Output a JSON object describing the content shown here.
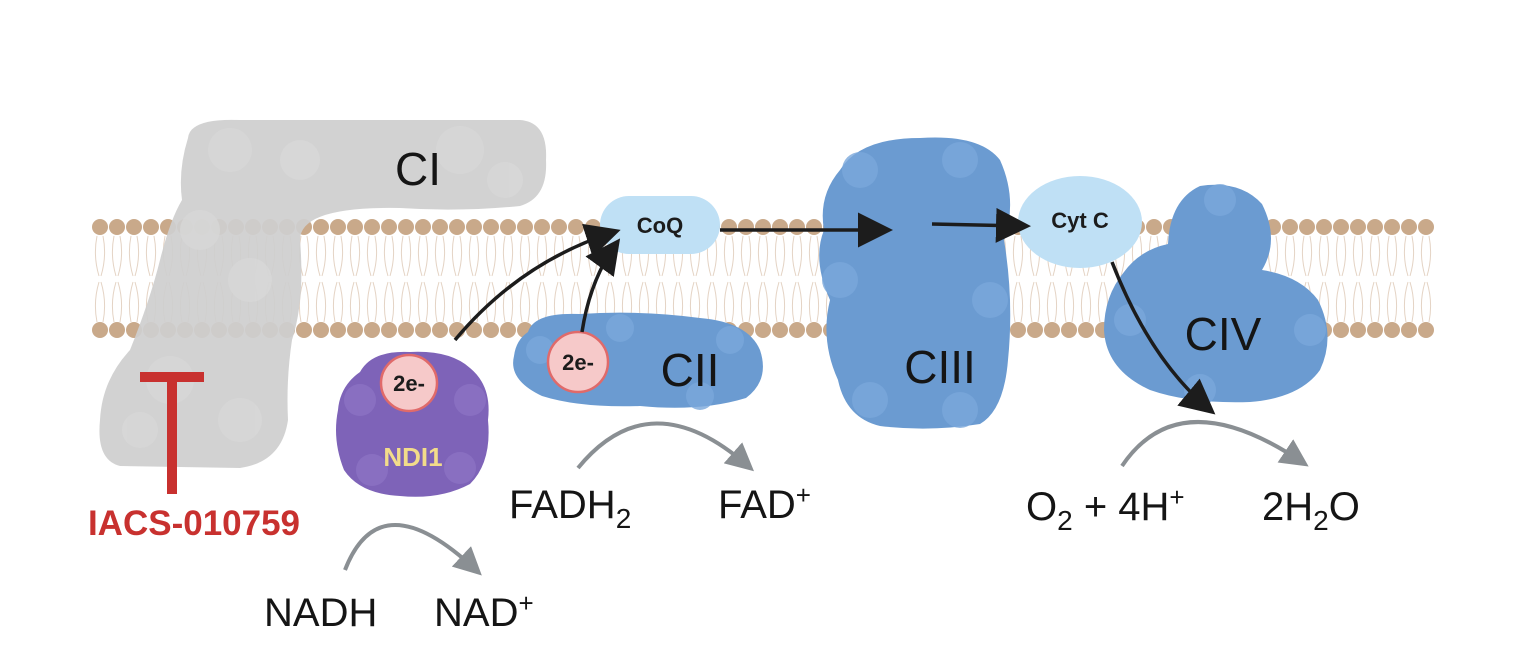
{
  "complexes": {
    "ci": "CI",
    "cii": "CII",
    "ciii": "CIII",
    "civ": "CIV",
    "ndi1": "NDI1"
  },
  "carriers": {
    "coq": "CoQ",
    "cytc": "Cyt C",
    "electron_left": "2e-",
    "electron_right": "2e-"
  },
  "inhibitor": {
    "name": "IACS-010759",
    "color": "#c8312f"
  },
  "reactions": {
    "nadh": "NADH",
    "nad": "NAD",
    "nad_sup": "+",
    "fadh": "FADH",
    "fadh_sub": "2",
    "fad": "FAD",
    "fad_sup": "+",
    "o": "O",
    "o_sub": "2",
    "o_rest": " + 4H",
    "o_sup": "+",
    "w_pre": "2H",
    "w_sub": "2",
    "w_post": "O"
  },
  "colors": {
    "membrane_head": "#c9a98a",
    "ci_grey": "#cfcfcf",
    "complex_blue": "#6b9bd1",
    "carrier_blue": "#bfe0f5",
    "ndi1_purple": "#7e63b8",
    "ndi1_label": "#f2dc8a",
    "electron_fill": "#f6c9c9",
    "electron_ring": "#e06a6a",
    "curve_grey": "#8a8f93"
  }
}
